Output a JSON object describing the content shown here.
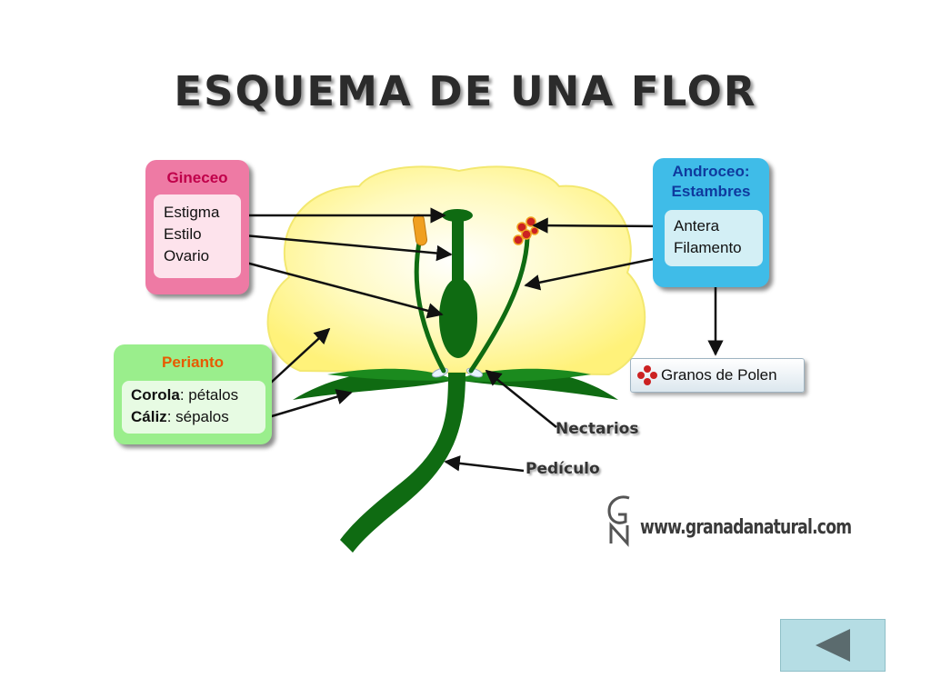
{
  "title": "ESQUEMA DE UNA FLOR",
  "gineceo": {
    "heading": "Gineceo",
    "items": [
      "Estigma",
      "Estilo",
      "Ovario"
    ]
  },
  "androceo": {
    "heading_line1": "Androceo:",
    "heading_line2": "Estambres",
    "items": [
      "Antera",
      "Filamento"
    ]
  },
  "perianto": {
    "heading": "Perianto",
    "corola_term": "Corola",
    "corola_desc": ": pétalos",
    "caliz_term": "Cáliz",
    "caliz_desc": ": sépalos"
  },
  "polen_label": "Granos de Polen",
  "nectarios_label": "Nectarios",
  "pediculo_label": "Pedículo",
  "watermark": {
    "monogram": "GN",
    "text": "www.granadanatural.com"
  },
  "colors": {
    "petal": "#fff79a",
    "stem": "#0f6b12",
    "anther": "#f0a020",
    "pollen": "#cc2222",
    "gineceo_box": "#ee7aa4",
    "androceo_box": "#3fbce8",
    "perianto_box": "#9aee8c"
  },
  "navigation": {
    "back_icon": "triangle-left-icon"
  }
}
